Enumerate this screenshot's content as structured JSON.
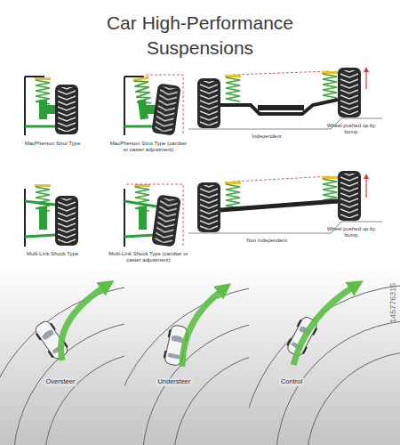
{
  "diagram": {
    "title": "Car High-Performance Suspensions",
    "labels": [
      "MacPherson Strut Type",
      "MacPherson Strut Type (camber or caster adjustment)",
      "Independent",
      "Wheel pushed up by bump",
      "Multi-Link Shock Type",
      "Multi-Link Shock Type (camber or caster adjustment)",
      "Non independent",
      "Wheel pushed up by bump",
      "Oversteer",
      "Understeer",
      "Control",
      "145776315"
    ]
  }
}
